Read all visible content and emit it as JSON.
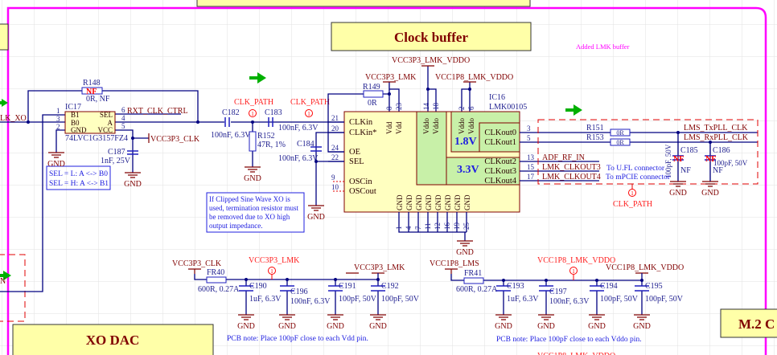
{
  "title_blocks": {
    "clock_buffer": "Clock buffer",
    "xo_dac": "XO DAC",
    "m2": "M.2 C"
  },
  "note_added": "Added LMK buffer",
  "colors": {
    "wire": "#000080",
    "net": "#800000",
    "probe": "#ff0000",
    "note": "#2020e0",
    "border": "#ff00ff",
    "ic_fill": "#ffffc0",
    "region_fill": "#c8f0a8",
    "arrow": "#00b000"
  },
  "ic17": {
    "ref": "IC17",
    "part": "74LVC1G3157FZ4",
    "pins": {
      "b1": "B1",
      "b0": "B0",
      "gnd": "GND",
      "sel": "SEL",
      "a": "A",
      "vcc": "VCC"
    },
    "pin_numbers": {
      "b1": "1",
      "b0": "3",
      "gnd": "2",
      "sel": "6",
      "a": "4",
      "vcc": "5"
    }
  },
  "r148": {
    "ref": "R148",
    "mark": "NF",
    "value": "0R, NF"
  },
  "c187": {
    "ref": "C187",
    "value": "1nF, 25V"
  },
  "sel_note": [
    "SEL = L: A <-> B0",
    "SEL = H: A <-> B1"
  ],
  "nets": {
    "clk_xo": "LK_XO",
    "rxt_clk_ctrl": "RXT_CLK_CTRL",
    "vcc3p3_clk": "VCC3P3_CLK",
    "gnd": "GND",
    "vcc3p3_lmk": "VCC3P3_LMK",
    "vcc3p3_lmk_vddo": "VCC3P3_LMK_VDDO",
    "vcc1p8_lmk_vddo": "VCC1P8_LMK_VDDO",
    "lms_txpll": "LMS_TxPLL_CLK",
    "lms_rxpll": "LMS_RxPLL_CLK",
    "adf_rf_in": "ADF_RF_IN",
    "lmk_clkout3": "LMK_CLKOUT3",
    "lmk_clkout4": "LMK_CLKOUT4",
    "vcc1p8_lms": "VCC1P8_LMS",
    "left_n": "N"
  },
  "probe": {
    "clk_path": "CLK_PATH",
    "marker": "1"
  },
  "c182": {
    "ref": "C182",
    "value": "100nF, 6.3V"
  },
  "c183": {
    "ref": "C183",
    "value": "100nF, 6.3V"
  },
  "c184": {
    "ref": "C184",
    "value": "100nF, 6.3V"
  },
  "r152": {
    "ref": "R152",
    "value": "47R, 1%"
  },
  "r149": {
    "ref": "R149",
    "value": "0R"
  },
  "ic16": {
    "ref": "IC16",
    "part": "LMK00105",
    "left_pins": [
      {
        "num": "21",
        "name": "CLKin"
      },
      {
        "num": "20",
        "name": "CLKin*"
      },
      {
        "num": "24",
        "name": "OE"
      },
      {
        "num": "22",
        "name": "SEL"
      },
      {
        "num": "9",
        "name": "OSCin"
      },
      {
        "num": "10",
        "name": "OSCout"
      }
    ],
    "top_pins": [
      {
        "num": "8",
        "name": "Vdd"
      },
      {
        "num": "23",
        "name": "Vdd"
      },
      {
        "num": "14",
        "name": "Vddo"
      },
      {
        "num": "18",
        "name": "Vddo"
      },
      {
        "num": "2",
        "name": "Vddo"
      },
      {
        "num": "6",
        "name": "Vddo"
      }
    ],
    "right_pins": [
      {
        "num": "3",
        "name": "CLKout0"
      },
      {
        "num": "5",
        "name": "CLKout1"
      },
      {
        "num": "13",
        "name": "CLKout2"
      },
      {
        "num": "15",
        "name": "CLKout3"
      },
      {
        "num": "17",
        "name": "CLKout4"
      }
    ],
    "gnd_pins": [
      "1",
      "4",
      "7",
      "11",
      "12",
      "16",
      "19",
      "25"
    ],
    "gnd_label": "GND",
    "bank_18": "1.8V",
    "bank_33": "3.3V"
  },
  "r151": {
    "ref": "R151",
    "value": "0R"
  },
  "r153": {
    "ref": "R153",
    "value": "0R"
  },
  "c185": {
    "ref": "C185",
    "mark": "NF",
    "value": "100pF, 50V",
    "nf": "NF"
  },
  "c186": {
    "ref": "C186",
    "mark": "NF",
    "value": "100pF, 50V",
    "nf": "NF"
  },
  "connector_notes": [
    "To U.FL connector",
    "To mPCIE connector"
  ],
  "termination_note": [
    "If Clipped Sine Wave XO is",
    "used, termination resistor must",
    "be removed due to XO high",
    "output impedance."
  ],
  "vdd_filter": {
    "fr": {
      "ref": "FR40",
      "value": "600R, 0.27A"
    },
    "caps": [
      {
        "ref": "C190",
        "value": "1uF, 6.3V"
      },
      {
        "ref": "C196",
        "value": "100nF, 6.3V"
      },
      {
        "ref": "C191",
        "value": "100pF, 50V"
      },
      {
        "ref": "C192",
        "value": "100pF, 50V"
      }
    ],
    "note": "PCB note: Place 100pF close to each Vdd pin."
  },
  "vddo_filter": {
    "fr": {
      "ref": "FR41",
      "value": "600R, 0.27A"
    },
    "caps": [
      {
        "ref": "C193",
        "value": "1uF, 6.3V"
      },
      {
        "ref": "C197",
        "value": "100nF, 6.3V"
      },
      {
        "ref": "C194",
        "value": "100pF, 50V"
      },
      {
        "ref": "C195",
        "value": "100pF, 50V"
      }
    ],
    "note": "PCB note: Place 100pF close to each Vddo pin."
  }
}
